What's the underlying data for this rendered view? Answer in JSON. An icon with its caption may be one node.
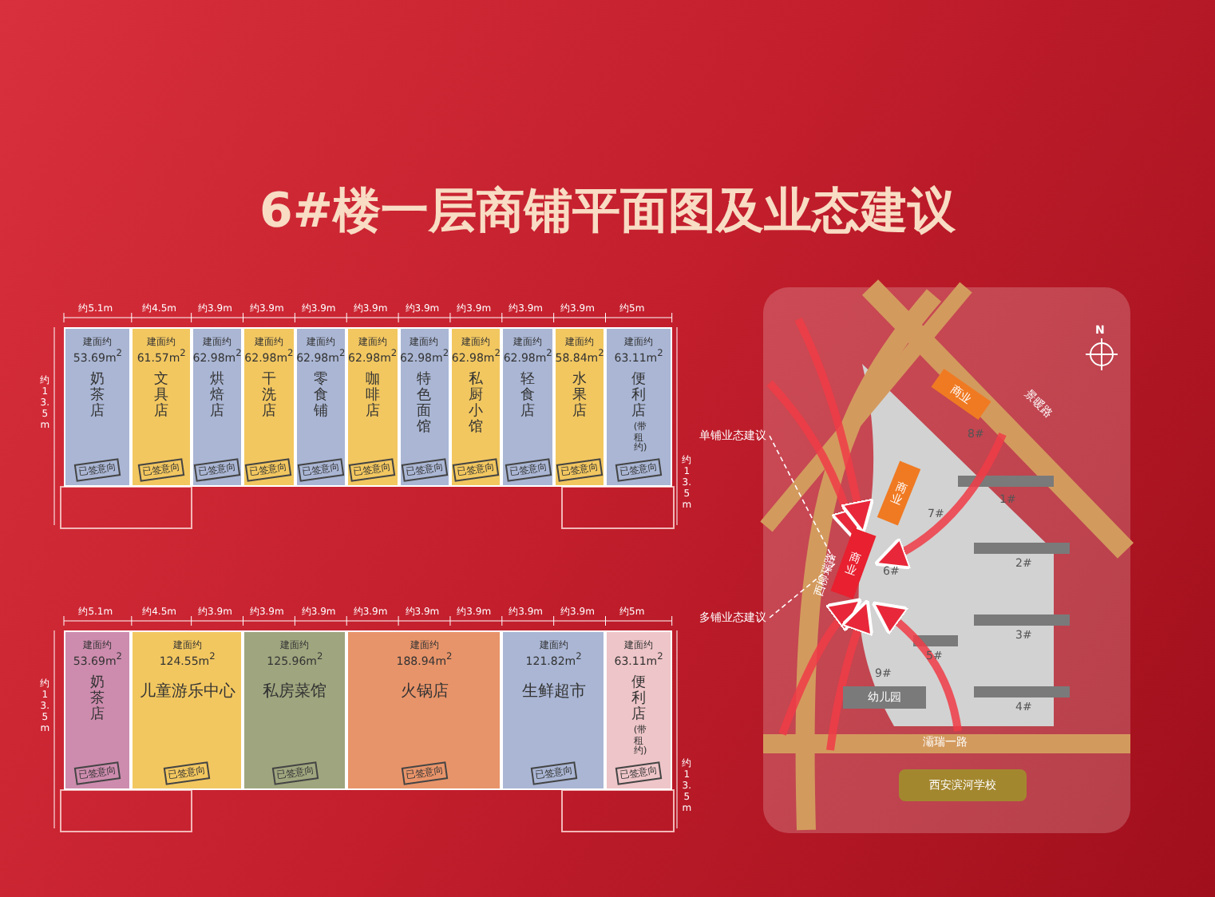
{
  "diagram": {
    "title": "6#楼一层商铺平面图及业态建议",
    "nodes": [
      {
        "text": [
          "建面约",
          "53.69m$^{2}$",
          "奶茶店",
          "已签意向"
        ]
      },
      {
        "text": [
          "建面约",
          "61.57m$^{2}$",
          "文具店",
          "已签意向"
        ]
      },
      {
        "text": [
          "建面约",
          "62.98m$^{2}$",
          "烘焙店",
          "已签意向"
        ]
      },
      {
        "text": [
          "建面约",
          "62.98m$^{2}$",
          "干洗店",
          "已签意向"
        ]
      },
      {
        "text": [
          "建面约",
          "62.98m$^{2}$",
          "零食铺",
          "已签意向"
        ]
      },
      {
        "text": [
          "建面约",
          "62.98m$^{2}$",
          "咖啡店",
          "已签意向"
        ]
      },
      {
        "text": [
          "建面约",
          "62.98m$^{2}$",
          "特色面馆",
          "已签意向"
        ]
      },
      {
        "text": [
          "建面约",
          "62.98m$^{2}$",
          "私厨小馆",
          "已签意向"
        ]
      },
      {
        "text": [
          "建面约",
          "62.98m$^{2}$",
          "轻食店",
          "已签意向"
        ]
      },
      {
        "text": [
          "建面约",
          "58.84m$^{2}$",
          "水果店",
          "已签意向"
        ]
      },
      {
        "text": [
          "建面约",
          "63.11m$^{2}$",
          "便利店",
          "(带租约)",
          "已签意向"
        ]
      },
      {
        "text": [
          "建面约",
          "53.69m$^{2}$",
          "奶茶店",
          "已签意向"
        ]
      },
      {
        "text": [
          "建面约",
          "124.55m$^{2}$",
          "儿童游乐中心",
          "已签意向"
        ]
      },
      {
        "text": [
          "建面约",
          "125.96m$^{2}$",
          "私房菜馆",
          "已签意向"
        ]
      },
      {
        "text": [
          "建面约",
          "188.94m$^{2}$",
          "火锅店",
          "已签意向"
        ]
      },
      {
        "text": [
          "建面约",
          "121.82m$^{2}$",
          "生鲜超市",
          "已签意向"
        ]
      },
      {
        "text": [
          "建面约",
          "63.11m$^{2}$",
          "便利店",
          "(带租约)",
          "已签意向"
        ]
      },
      {
        "text": [
          "单铺业态建议"
        ]
      },
      {
        "text": [
          "多铺业态建议"
        ]
      },
      {
        "text": [
          "商业"
        ],
        "beside": [
          "8#"
        ]
      },
      {
        "text": [
          "商业"
        ],
        "beside": [
          "7#"
        ]
      },
      {
        "text": [
          "商业"
        ],
        "beside": [
          "6#"
        ]
      },
      {
        "text": [
          "西安滨河学校"
        ]
      },
      {
        "text": [
          "幼儿园"
        ],
        "beside": [
          "9#"
        ]
      }
    ],
    "edges": [
      {
        "from": 17,
        "to": 21,
        "arrow": "none",
        "style": "dashed"
      },
      {
        "from": 18,
        "to": 21,
        "arrow": "none",
        "style": "dashed"
      }
    ],
    "labels": [
      "约5.1m",
      "约4.5m",
      "约3.9m",
      "约3.9m",
      "约3.9m",
      "约3.9m",
      "约3.9m",
      "约3.9m",
      "约3.9m",
      "约3.9m",
      "约5m",
      "约13.5m",
      "约13.5m",
      "约5.1m",
      "约4.5m",
      "约3.9m",
      "约3.9m",
      "约3.9m",
      "约3.9m",
      "约3.9m",
      "约3.9m",
      "约3.9m",
      "约3.9m",
      "约5m",
      "约13.5m",
      "约13.5m",
      "N",
      "景暖路",
      "西柳瑞路",
      "1#",
      "2#",
      "3#",
      "5#",
      "4#",
      "灞瑞一路"
    ]
  }
}
